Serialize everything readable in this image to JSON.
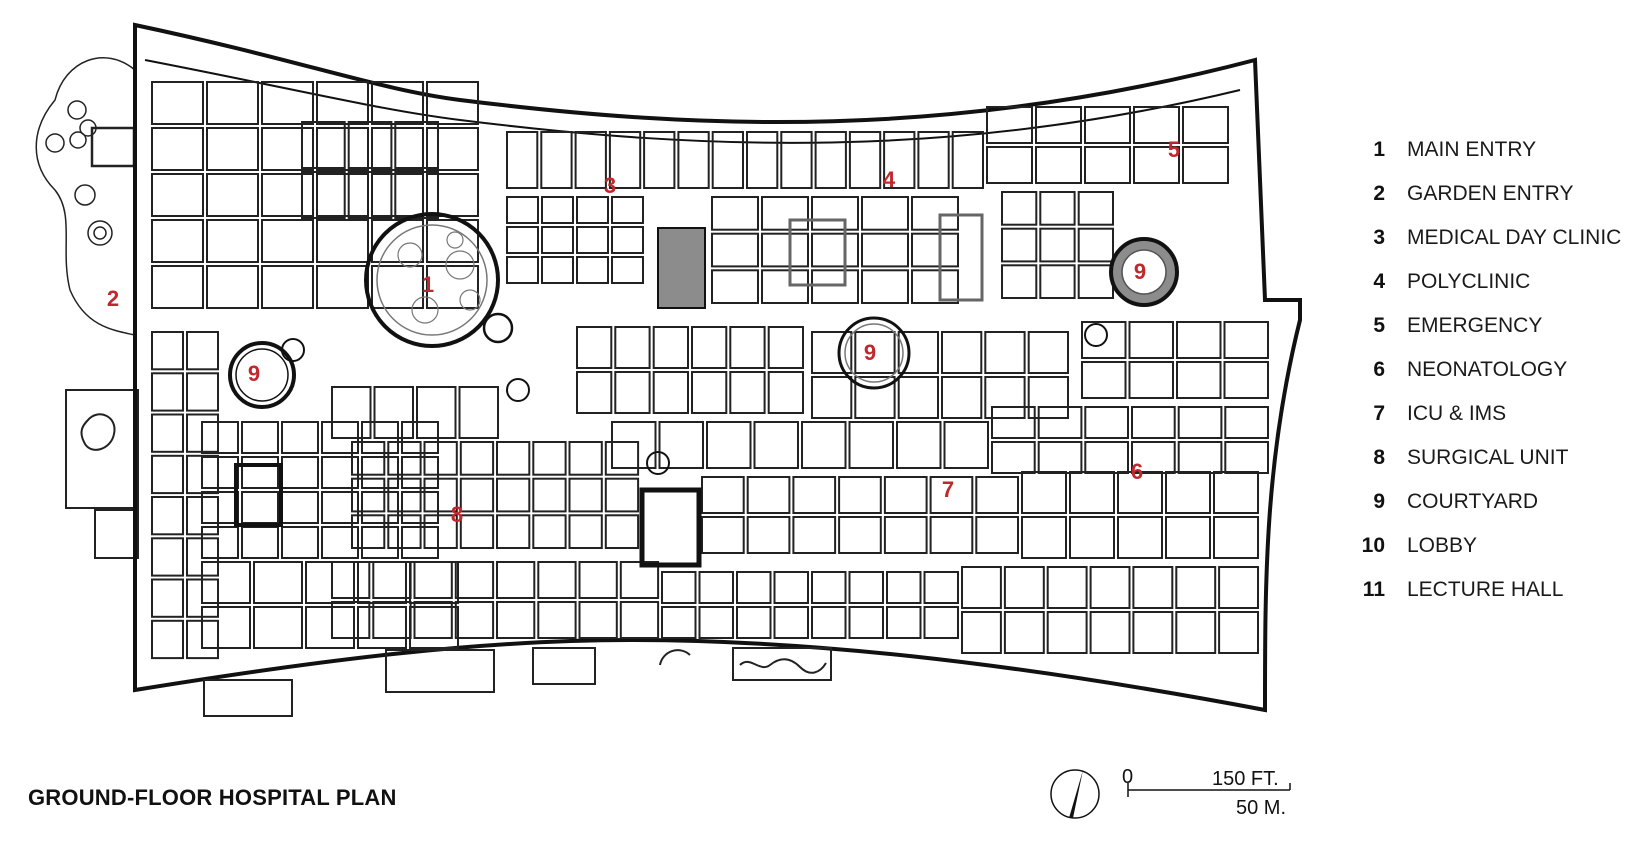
{
  "title": "GROUND-FLOOR HOSPITAL PLAN",
  "accent_color": "#c1272d",
  "legend": [
    {
      "num": "1",
      "label": "MAIN ENTRY"
    },
    {
      "num": "2",
      "label": "GARDEN ENTRY"
    },
    {
      "num": "3",
      "label": "MEDICAL DAY CLINIC"
    },
    {
      "num": "4",
      "label": "POLYCLINIC"
    },
    {
      "num": "5",
      "label": "EMERGENCY"
    },
    {
      "num": "6",
      "label": "NEONATOLOGY"
    },
    {
      "num": "7",
      "label": "ICU & IMS"
    },
    {
      "num": "8",
      "label": "SURGICAL UNIT"
    },
    {
      "num": "9",
      "label": "COURTYARD"
    },
    {
      "num": "10",
      "label": "LOBBY"
    },
    {
      "num": "11",
      "label": "LECTURE HALL"
    }
  ],
  "markers": [
    "1",
    "2",
    "3",
    "4",
    "5",
    "6",
    "7",
    "8",
    "9",
    "9",
    "9"
  ],
  "scale": {
    "zero": "0",
    "feet": "150 FT.",
    "meters": "50 M."
  },
  "icons": {
    "north": "north-arrow-icon"
  }
}
